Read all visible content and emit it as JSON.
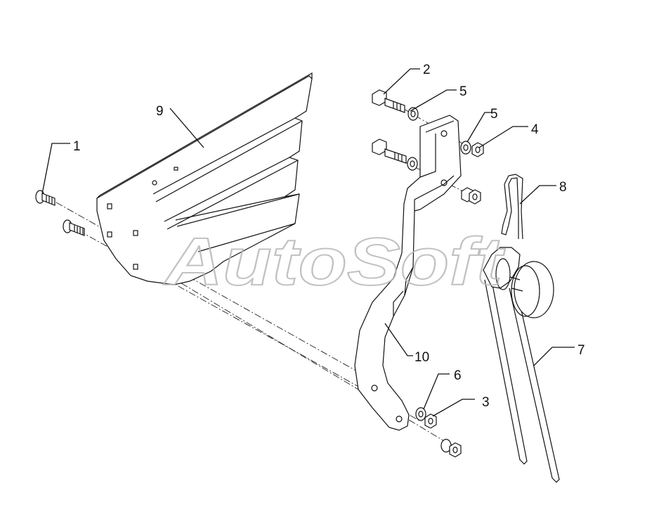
{
  "watermark": "AutoSoft",
  "plate_marking": "",
  "callouts": [
    {
      "id": "callout-1",
      "label": "1"
    },
    {
      "id": "callout-2",
      "label": "2"
    },
    {
      "id": "callout-3",
      "label": "3"
    },
    {
      "id": "callout-4",
      "label": "4"
    },
    {
      "id": "callout-5a",
      "label": "5"
    },
    {
      "id": "callout-5b",
      "label": "5"
    },
    {
      "id": "callout-6",
      "label": "6"
    },
    {
      "id": "callout-7",
      "label": "7"
    },
    {
      "id": "callout-8",
      "label": "8"
    },
    {
      "id": "callout-9",
      "label": "9"
    },
    {
      "id": "callout-10",
      "label": "10"
    }
  ]
}
